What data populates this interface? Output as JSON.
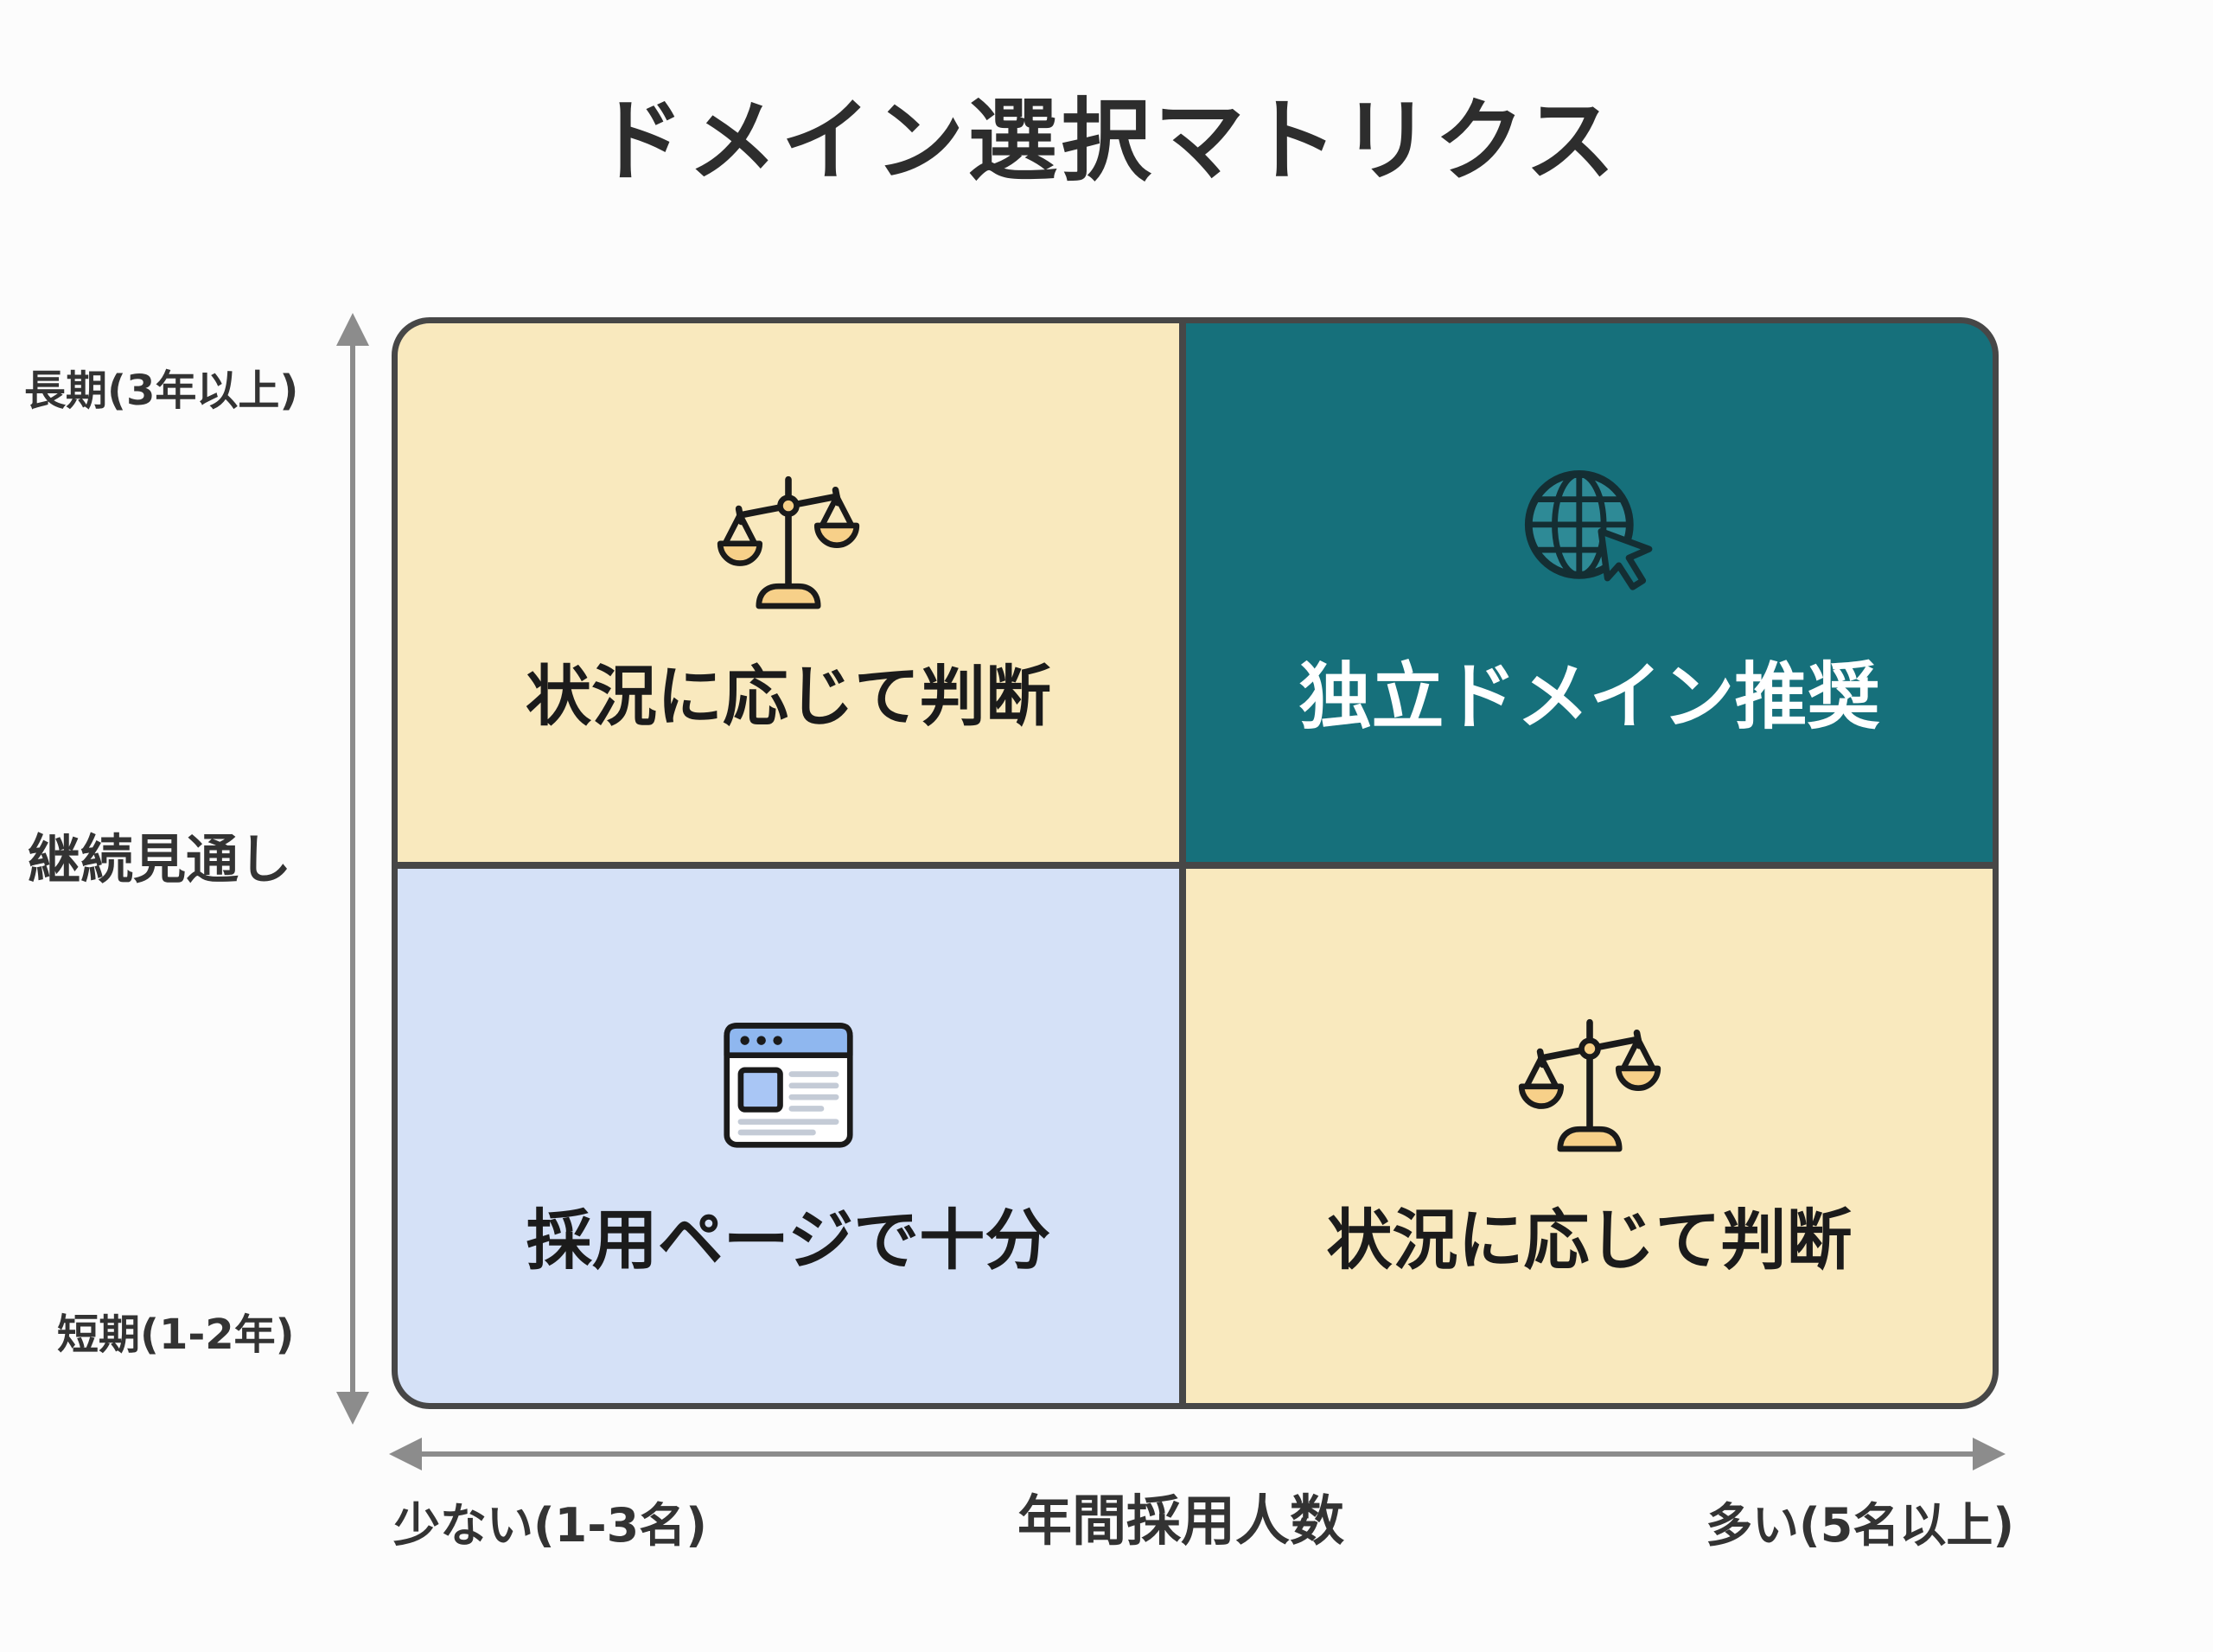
{
  "title": "ドメイン選択マトリクス",
  "y_axis": {
    "label": "継続見通し",
    "top_label": "長期(3年以上)",
    "bottom_label": "短期(1-2年)"
  },
  "x_axis": {
    "label": "年間採用人数",
    "left_label": "少ない(1-3名)",
    "right_label": "多い(5名以上)"
  },
  "quadrants": [
    {
      "position": "top-left",
      "label": "状況に応じて判断",
      "icon": "balance-scale-icon",
      "bg": "#F9E9BE",
      "text_color": "#1b1b1b"
    },
    {
      "position": "top-right",
      "label": "独立ドメイン推奨",
      "icon": "globe-cursor-icon",
      "bg": "#16707B",
      "text_color": "#ffffff"
    },
    {
      "position": "bottom-left",
      "label": "採用ページで十分",
      "icon": "browser-window-icon",
      "bg": "#D5E1F7",
      "text_color": "#1b1b1b"
    },
    {
      "position": "bottom-right",
      "label": "状況に応じて判断",
      "icon": "balance-scale-icon",
      "bg": "#F9E9BE",
      "text_color": "#1b1b1b"
    }
  ],
  "colors": {
    "matrix_border": "#474747",
    "axis_arrow": "#8c8c8c",
    "teal_accent": "#16707B",
    "cream_accent": "#F9E9BE",
    "blue_accent": "#D5E1F7",
    "icon_pan_fill": "#F7D089",
    "icon_browser_header": "#8FB7EF",
    "icon_browser_image": "#A9C6F5",
    "page_background": "#fcfcfc",
    "title_color": "#2d2d2d"
  }
}
